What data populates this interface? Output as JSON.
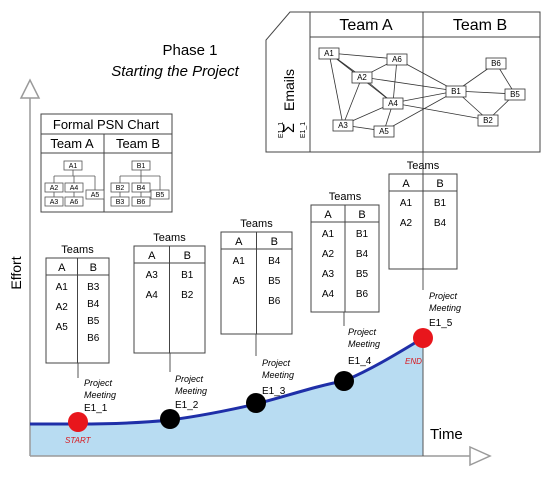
{
  "phase": {
    "title": "Phase 1",
    "subtitle": "Starting the Project"
  },
  "axes": {
    "y_label": "Effort",
    "x_label": "Time"
  },
  "org_chart": {
    "title": "Formal PSN Chart",
    "team_a": {
      "label": "Team A",
      "root": "A1",
      "mid": [
        "A2",
        "A4"
      ],
      "leaf": [
        "A3",
        "A6",
        "A5"
      ]
    },
    "team_b": {
      "label": "Team B",
      "root": "B1",
      "mid": [
        "B2",
        "B4"
      ],
      "leaf": [
        "B3",
        "B6",
        "B5"
      ]
    }
  },
  "email_network": {
    "team_a_label": "Team A",
    "team_b_label": "Team B",
    "side_label": "Emails",
    "sigma": "Σ",
    "sigma_sub": "E1_1",
    "sigma_sup": "E1_1",
    "nodes_a": [
      "A1",
      "A6",
      "A2",
      "A4",
      "A3",
      "A5"
    ],
    "nodes_b": [
      "B6",
      "B1",
      "B5",
      "B2"
    ]
  },
  "teams_header": "Teams",
  "col_a": "A",
  "col_b": "B",
  "meetings": [
    {
      "label_1": "Project",
      "label_2": "Meeting",
      "id": "E1_1",
      "tag": "START",
      "team_a": [
        "A1",
        "A2",
        "A5"
      ],
      "team_b": [
        "B3",
        "B4",
        "B5",
        "B6"
      ]
    },
    {
      "label_1": "Project",
      "label_2": "Meeting",
      "id": "E1_2",
      "tag": "",
      "team_a": [
        "A3",
        "A4"
      ],
      "team_b": [
        "B1",
        "B2"
      ]
    },
    {
      "label_1": "Project",
      "label_2": "Meeting",
      "id": "E1_3",
      "tag": "",
      "team_a": [
        "A1",
        "A5"
      ],
      "team_b": [
        "B4",
        "B5",
        "B6"
      ]
    },
    {
      "label_1": "Project",
      "label_2": "Meeting",
      "id": "E1_4",
      "tag": "",
      "team_a": [
        "A1",
        "A2",
        "A3",
        "A4"
      ],
      "team_b": [
        "B1",
        "B4",
        "B5",
        "B6"
      ]
    },
    {
      "label_1": "Project",
      "label_2": "Meeting",
      "id": "E1_5",
      "tag": "END",
      "team_a": [
        "A1",
        "A2"
      ],
      "team_b": [
        "B1",
        "B4"
      ]
    }
  ],
  "colors": {
    "curve": "#1f2fa8",
    "fill": "#b8dcf2",
    "start_end": "#e8161c",
    "event": "#000000",
    "tag_text": "#d8161c"
  }
}
